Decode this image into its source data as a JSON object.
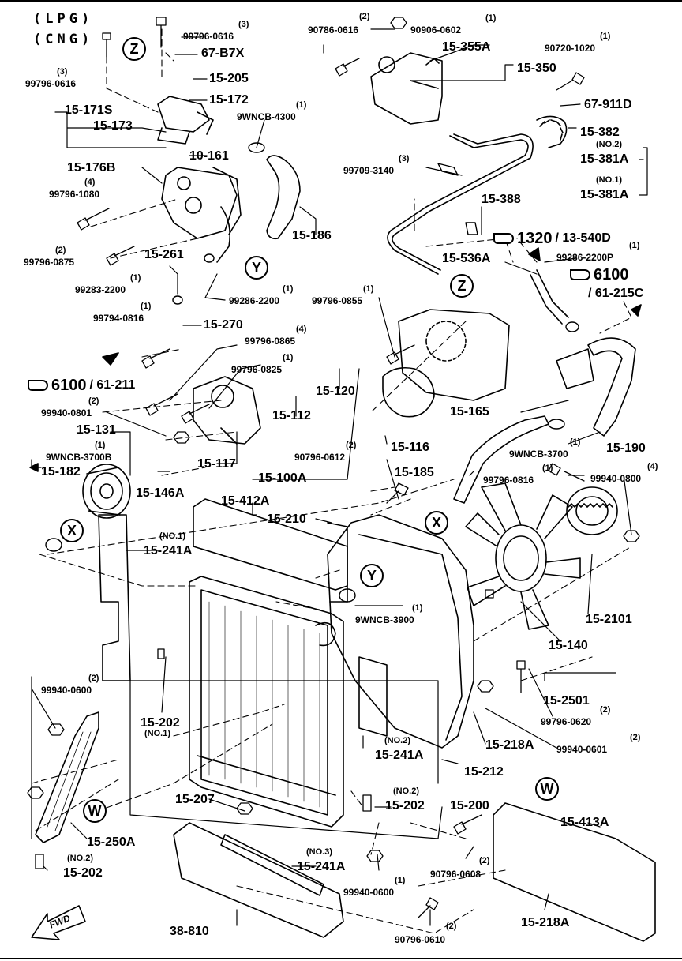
{
  "header": {
    "line1": "(LPG)",
    "line2": "(CNG)"
  },
  "circles": {
    "z": "Z",
    "y": "Y",
    "x": "X",
    "w": "W"
  },
  "fwd": "FWD",
  "refs": {
    "r1320": "1320",
    "r1320b": "/ 13-540D",
    "r6100a": "6100",
    "r6100a_b": "/ 61-215C",
    "r6100b": "6100",
    "r6100b_b": "/ 61-211"
  },
  "labels": [
    {
      "id": "l1",
      "t": "99796-0616",
      "q": "(3)"
    },
    {
      "id": "l2",
      "t": "67-B7X"
    },
    {
      "id": "l3",
      "t": "99796-0616",
      "q": "(3)"
    },
    {
      "id": "l4",
      "t": "15-205"
    },
    {
      "id": "l5",
      "t": "15-171S"
    },
    {
      "id": "l6",
      "t": "15-172"
    },
    {
      "id": "l7",
      "t": "9WNCB-4300",
      "q": "(1)"
    },
    {
      "id": "l8",
      "t": "15-173"
    },
    {
      "id": "l9",
      "t": "10-161"
    },
    {
      "id": "l10",
      "t": "15-176B"
    },
    {
      "id": "l11",
      "t": "99796-1080",
      "q": "(4)"
    },
    {
      "id": "l12",
      "t": "15-186"
    },
    {
      "id": "l13",
      "t": "99796-0875",
      "q": "(2)"
    },
    {
      "id": "l14",
      "t": "15-261"
    },
    {
      "id": "l15",
      "t": "99283-2200",
      "q": "(1)"
    },
    {
      "id": "l16",
      "t": "99286-2200",
      "q": "(1)"
    },
    {
      "id": "l17",
      "t": "99794-0816",
      "q": "(1)"
    },
    {
      "id": "l18",
      "t": "15-270"
    },
    {
      "id": "l19",
      "t": "99796-0865",
      "q": "(4)"
    },
    {
      "id": "l20",
      "t": "99796-0825",
      "q": "(1)"
    },
    {
      "id": "l21",
      "t": "99940-0801",
      "q": "(2)"
    },
    {
      "id": "l22",
      "t": "15-131"
    },
    {
      "id": "l23",
      "t": "9WNCB-3700B",
      "q": "(1)"
    },
    {
      "id": "l24",
      "t": "15-182"
    },
    {
      "id": "l25",
      "t": "15-117"
    },
    {
      "id": "l26",
      "t": "15-146A"
    },
    {
      "id": "l27",
      "t": "15-112"
    },
    {
      "id": "l28",
      "t": "15-120"
    },
    {
      "id": "l29",
      "t": "15-100A"
    },
    {
      "id": "l30",
      "t": "15-412A"
    },
    {
      "id": "l31",
      "t": "15-241A",
      "q": "(NO.1)"
    },
    {
      "id": "l32",
      "t": "90786-0616",
      "q": "(2)"
    },
    {
      "id": "l33",
      "t": "90906-0602",
      "q": "(1)"
    },
    {
      "id": "l34",
      "t": "15-355A"
    },
    {
      "id": "l35",
      "t": "15-350"
    },
    {
      "id": "l36",
      "t": "90720-1020",
      "q": "(1)"
    },
    {
      "id": "l37",
      "t": "67-911D"
    },
    {
      "id": "l38",
      "t": "15-382"
    },
    {
      "id": "l39",
      "t": "15-381A",
      "q": "(NO.2)"
    },
    {
      "id": "l40",
      "t": "15-381A",
      "q": "(NO.1)"
    },
    {
      "id": "l41",
      "t": "99709-3140",
      "q": "(3)"
    },
    {
      "id": "l42",
      "t": "15-388"
    },
    {
      "id": "l43",
      "t": "99286-2200P",
      "q": "(1)"
    },
    {
      "id": "l44",
      "t": "15-536A"
    },
    {
      "id": "l45",
      "t": "99796-0855",
      "q": "(1)"
    },
    {
      "id": "l46",
      "t": "15-165"
    },
    {
      "id": "l47",
      "t": "15-116"
    },
    {
      "id": "l48",
      "t": "90796-0612",
      "q": "(2)"
    },
    {
      "id": "l49",
      "t": "15-185"
    },
    {
      "id": "l50",
      "t": "9WNCB-3700",
      "q": "(1)"
    },
    {
      "id": "l51",
      "t": "15-190"
    },
    {
      "id": "l52",
      "t": "99796-0816",
      "q": "(1)"
    },
    {
      "id": "l53",
      "t": "99940-0800",
      "q": "(4)"
    },
    {
      "id": "l54",
      "t": "15-210"
    },
    {
      "id": "l55",
      "t": "9WNCB-3900",
      "q": "(1)"
    },
    {
      "id": "l56",
      "t": "15-2101"
    },
    {
      "id": "l57",
      "t": "15-140"
    },
    {
      "id": "l58",
      "t": "15-2501"
    },
    {
      "id": "l59",
      "t": "99796-0620",
      "q": "(2)"
    },
    {
      "id": "l60",
      "t": "15-202",
      "q": "(NO.1)"
    },
    {
      "id": "l61",
      "t": "99940-0600",
      "q": "(2)"
    },
    {
      "id": "l62",
      "t": "15-241A",
      "q": "(NO.2)"
    },
    {
      "id": "l63",
      "t": "15-218A"
    },
    {
      "id": "l64",
      "t": "99940-0601",
      "q": "(2)"
    },
    {
      "id": "l65",
      "t": "15-212"
    },
    {
      "id": "l66",
      "t": "15-207"
    },
    {
      "id": "l67",
      "t": "15-202",
      "q": "(NO.2)"
    },
    {
      "id": "l68",
      "t": "15-200"
    },
    {
      "id": "l69",
      "t": "15-413A"
    },
    {
      "id": "l70",
      "t": "15-250A"
    },
    {
      "id": "l71",
      "t": "15-202",
      "q": "(NO.2)"
    },
    {
      "id": "l72",
      "t": "15-241A",
      "q": "(NO.3)"
    },
    {
      "id": "l73",
      "t": "90796-0608",
      "q": "(2)"
    },
    {
      "id": "l74",
      "t": "99940-0600",
      "q": "(1)"
    },
    {
      "id": "l75",
      "t": "15-218A"
    },
    {
      "id": "l76",
      "t": "38-810"
    },
    {
      "id": "l77",
      "t": "90796-0610",
      "q": "(2)"
    }
  ]
}
